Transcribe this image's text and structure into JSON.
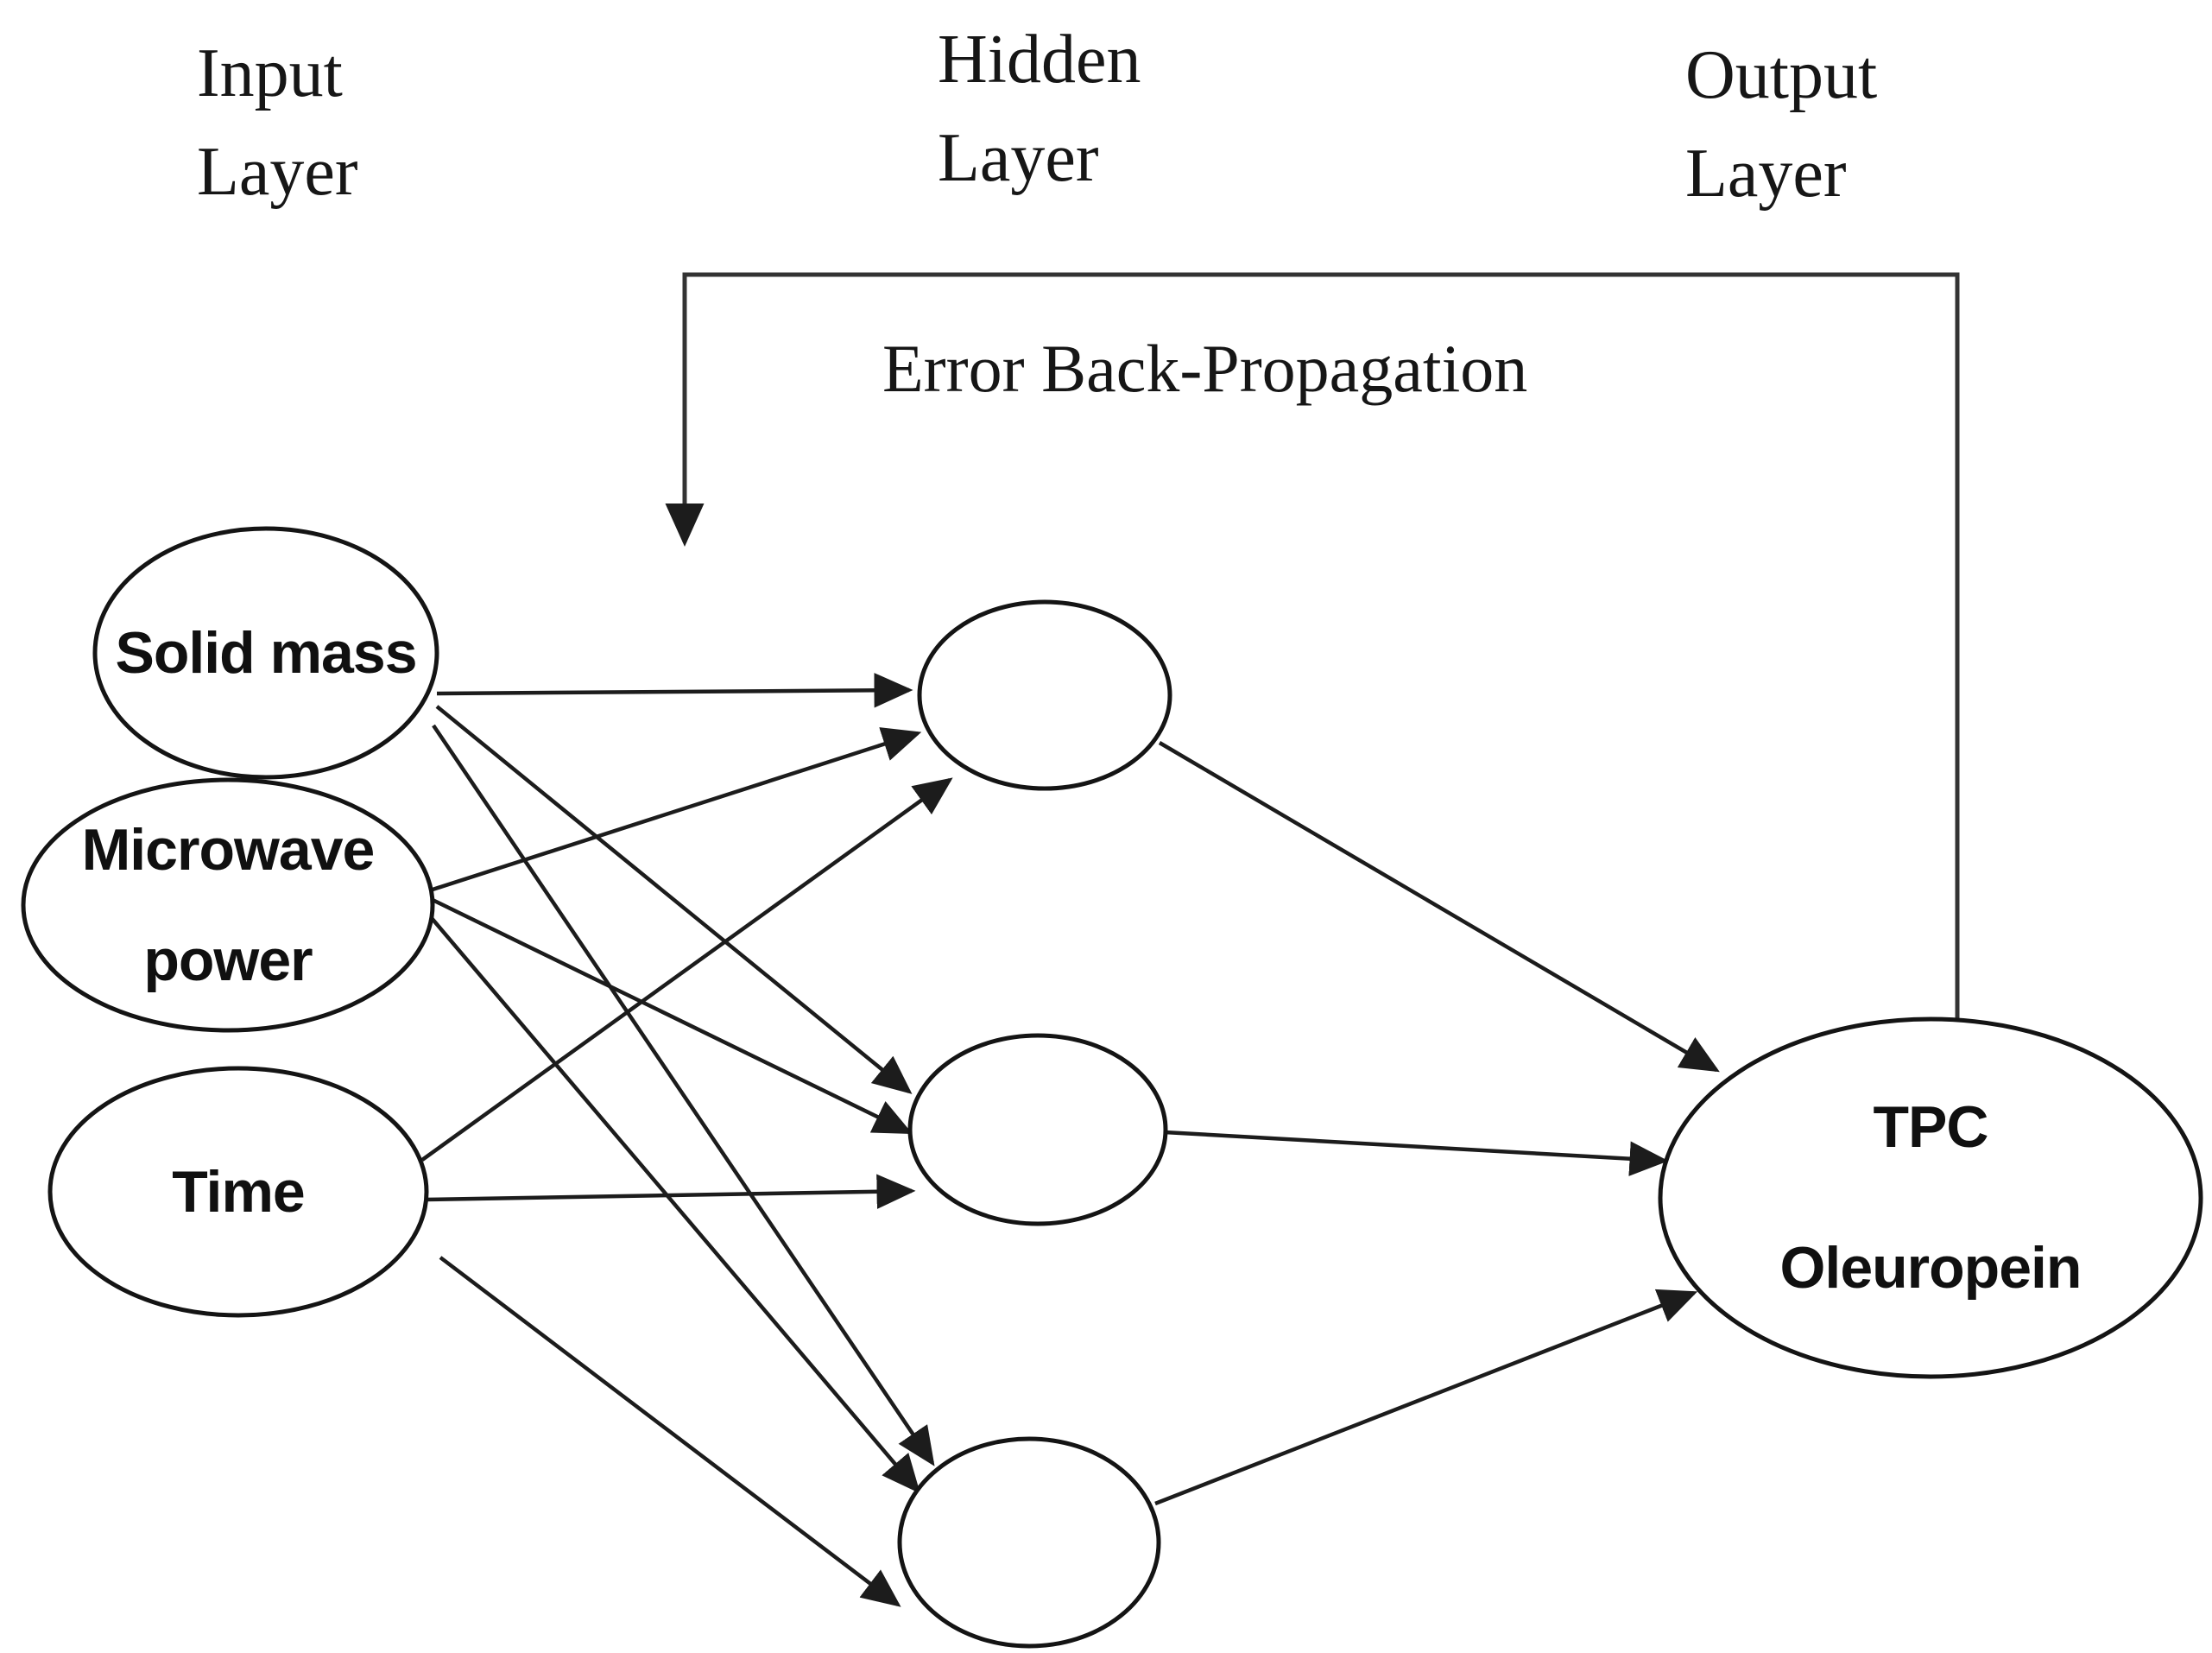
{
  "headers": {
    "input": {
      "line1": "Input",
      "line2": "Layer"
    },
    "hidden": {
      "line1": "Hidden",
      "line2": "Layer"
    },
    "output": {
      "line1": "Output",
      "line2": "Layer"
    }
  },
  "backprop": {
    "label": "Error Back-Propagation"
  },
  "nodes": {
    "solid_mass": {
      "label": "Solid mass"
    },
    "microwave_power": {
      "line1": "Microwave",
      "line2": "power"
    },
    "time": {
      "label": "Time"
    },
    "output": {
      "line1": "TPC",
      "line2": "Oleuropein"
    }
  },
  "colors": {
    "background": "#ffffff",
    "line": "#1c1c1c",
    "node_stroke": "#141414",
    "text": "#101010"
  }
}
